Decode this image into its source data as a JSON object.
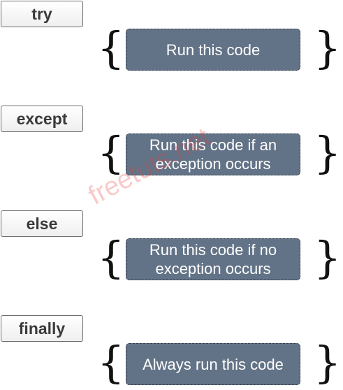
{
  "blocks": [
    {
      "keyword": "try",
      "description": "Run this code"
    },
    {
      "keyword": "except",
      "description": "Run this code if an exception occurs"
    },
    {
      "keyword": "else",
      "description": "Run this code if no exception occurs"
    },
    {
      "keyword": "finally",
      "description": "Always run this code"
    }
  ],
  "braces": {
    "open": "{",
    "close": "}"
  },
  "watermark": "freetuts.net",
  "colors": {
    "code_box_fill": "#637387",
    "code_box_text": "#ffffff",
    "keyword_text": "#3a3a3a",
    "watermark": "#e63c3c"
  }
}
